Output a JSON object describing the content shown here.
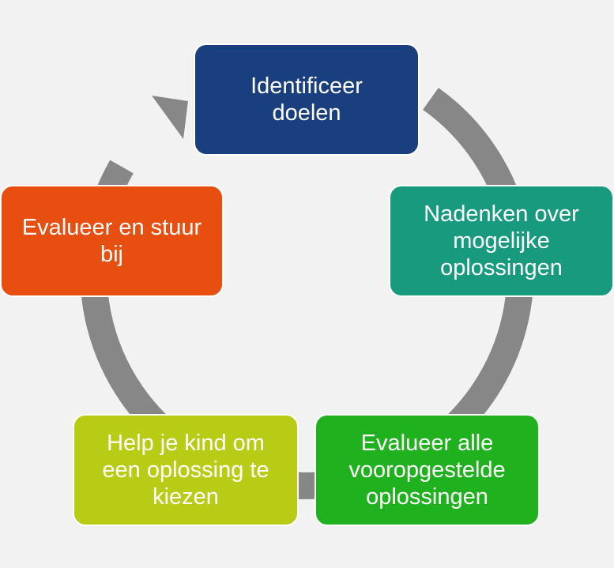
{
  "colors": {
    "background": "#f2f2f2",
    "ring": "#878787",
    "step_identify": "#1a3f7f",
    "step_think": "#179a7d",
    "step_evaluate_all": "#1fb11e",
    "step_choose": "#b8cc16",
    "step_adjust": "#e84e10"
  },
  "steps": [
    {
      "label": "Identificeer\ndoelen"
    },
    {
      "label": "Nadenken over\nmogelijke\noplossingen"
    },
    {
      "label": "Evalueer alle\nvooropgestelde\noplossingen"
    },
    {
      "label": "Help je kind om\neen oplossing te\nkiezen"
    },
    {
      "label": "Evalueer en stuur\nbij"
    }
  ]
}
